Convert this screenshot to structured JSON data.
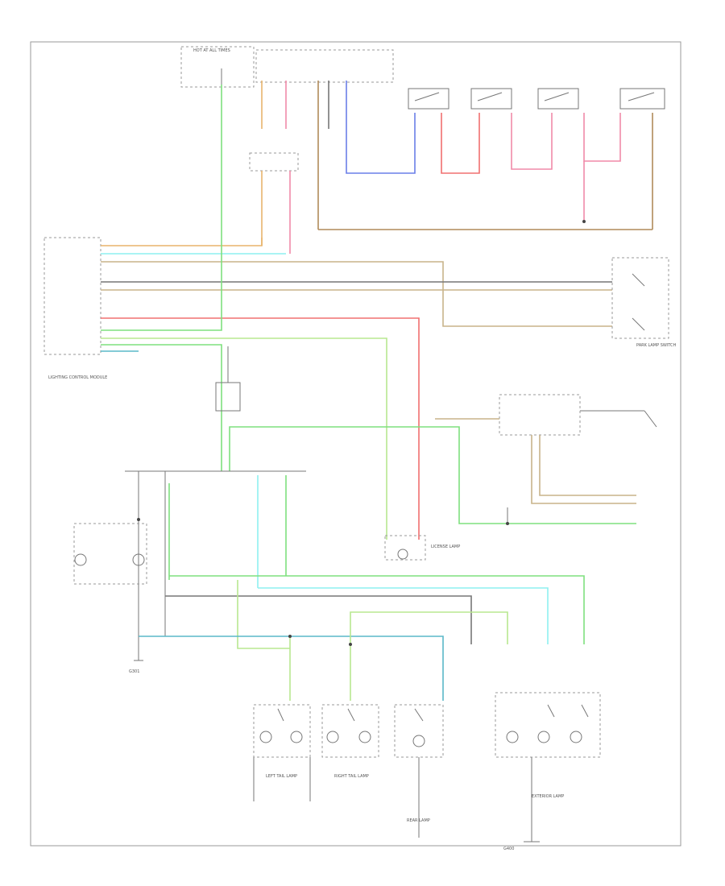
{
  "diagram": {
    "corner_label": "",
    "labels": {
      "hot_at_all_times": "HOT AT ALL TIMES",
      "lighting_control_module": "LIGHTING CONTROL MODULE",
      "park_lamp_switch": "PARK LAMP SWITCH",
      "license_lamp": "LICENSE LAMP",
      "grn_left": "G301",
      "grn_right": "G400",
      "left_turn": "LEFT TAIL LAMP",
      "right_turn": "RIGHT TAIL LAMP",
      "rear_lamp": "REAR LAMP",
      "exterior_lamp": "EXTERIOR LAMP"
    }
  },
  "colors": {
    "green": "#7ee07e",
    "cyan": "#8ef0f0",
    "orange": "#e8b46c",
    "pink": "#f08aa8",
    "red": "#f07070",
    "blue": "#6a7ee8",
    "tan": "#c8b48a",
    "brown": "#b08a5a",
    "lightgreen": "#b8e890",
    "teal": "#5ab8c8",
    "gray": "#777777"
  }
}
